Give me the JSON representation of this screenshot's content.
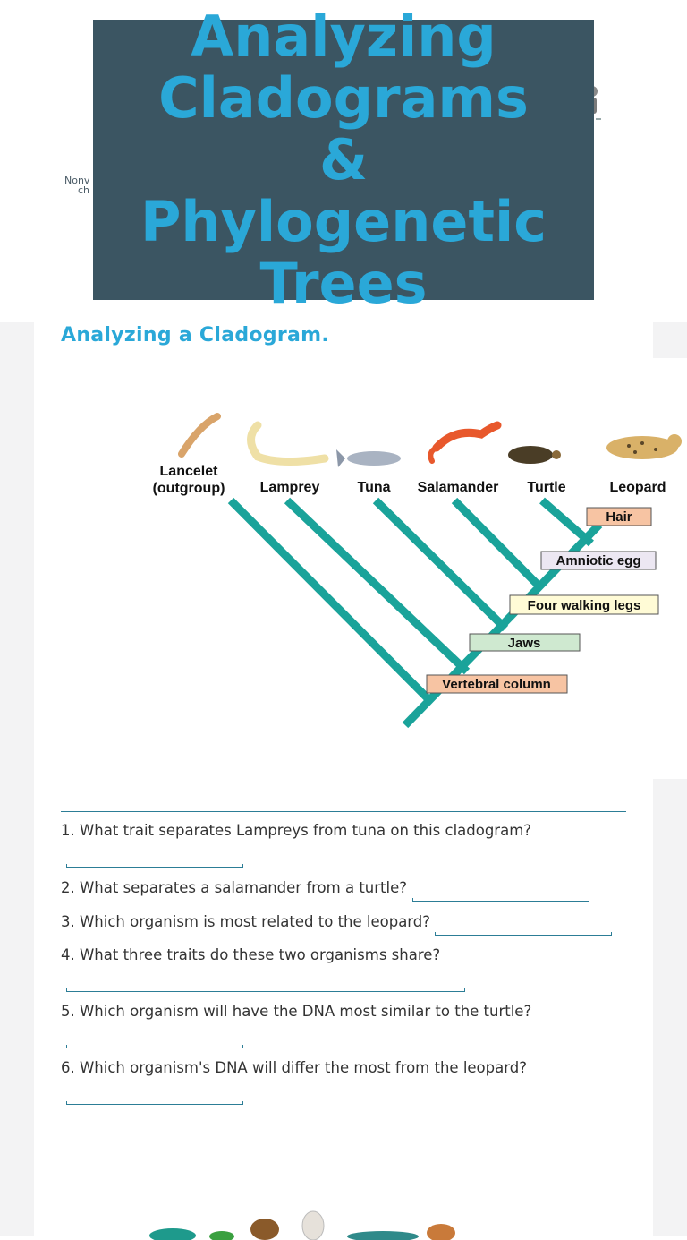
{
  "title": "Analyzing Cladograms & Phylogenetic Trees",
  "background_fragments": [
    "Nonv",
    "ch"
  ],
  "section_heading": "Analyzing a Cladogram.",
  "cladogram": {
    "organisms": [
      "Lancelet",
      "(outgroup)",
      "Lamprey",
      "Tuna",
      "Salamander",
      "Turtle",
      "Leopard"
    ],
    "traits": [
      "Hair",
      "Amniotic egg",
      "Four walking legs",
      "Jaws",
      "Vertebral column"
    ]
  },
  "questions": [
    "1. What trait separates Lampreys from tuna on this cladogram?",
    "2. What separates a salamander from a turtle?",
    "3. Which organism is most related to the leopard?",
    "4. What three traits do these two organisms share?",
    "5. Which organism will have the DNA most similar to the turtle?",
    "6. Which organism's DNA will differ the most from the leopard?"
  ],
  "colors": {
    "title_bg": "#3b5562",
    "accent": "#2aa8d8",
    "branch": "#1aa39a",
    "trait_orange": "#f7c4a3",
    "trait_lavender": "#ece7f2",
    "trait_yellow": "#fffbd6",
    "trait_green": "#cfe9d0"
  }
}
